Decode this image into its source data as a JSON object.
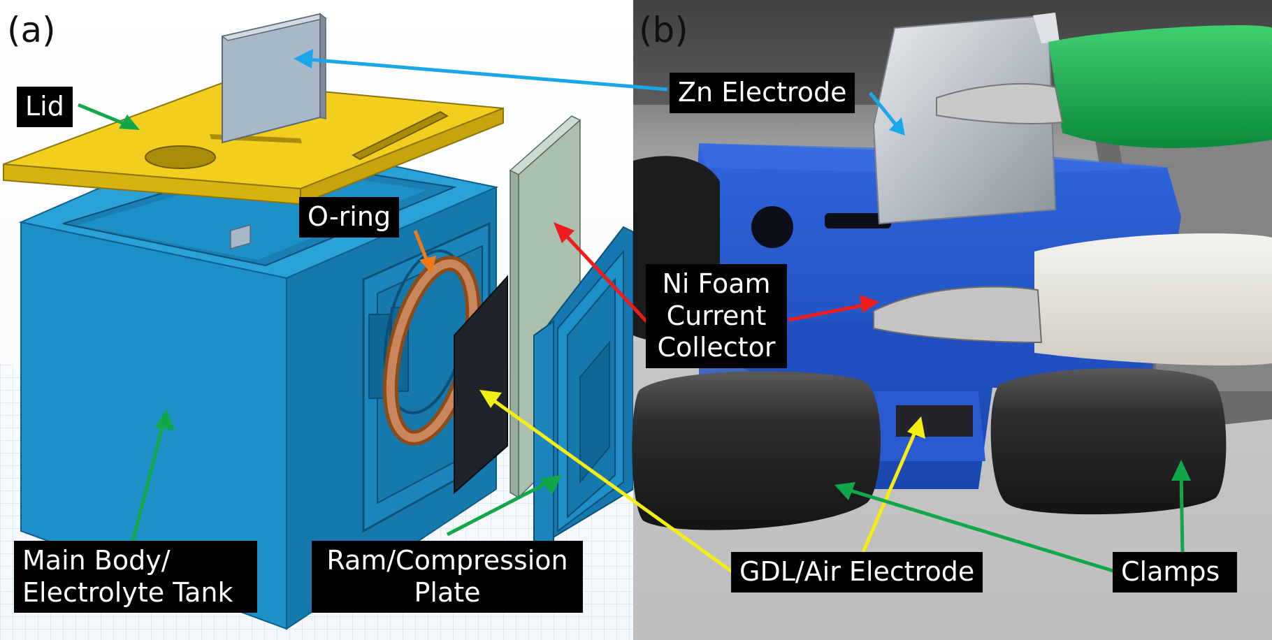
{
  "panels": {
    "a": "(a)",
    "b": "(b)"
  },
  "labels": {
    "lid": "Lid",
    "oring": "O-ring",
    "main_body_1": "Main Body/",
    "main_body_2": "Electrolyte Tank",
    "ram_1": "Ram/Compression",
    "ram_2": "Plate",
    "zn_electrode": "Zn Electrode",
    "ni_foam_1": "Ni Foam",
    "ni_foam_2": "Current",
    "ni_foam_3": "Collector",
    "gdl": "GDL/Air Electrode",
    "clamps": "Clamps"
  },
  "colors": {
    "arrow_blue": "#1aa7e8",
    "arrow_green": "#12a84a",
    "arrow_orange": "#f07a18",
    "arrow_red": "#ee1c1c",
    "arrow_yellow": "#f4ee14",
    "body_blue": "#1c8fc8",
    "lid_yellow": "#f2cf1e",
    "print_blue": "#1f52c7"
  }
}
